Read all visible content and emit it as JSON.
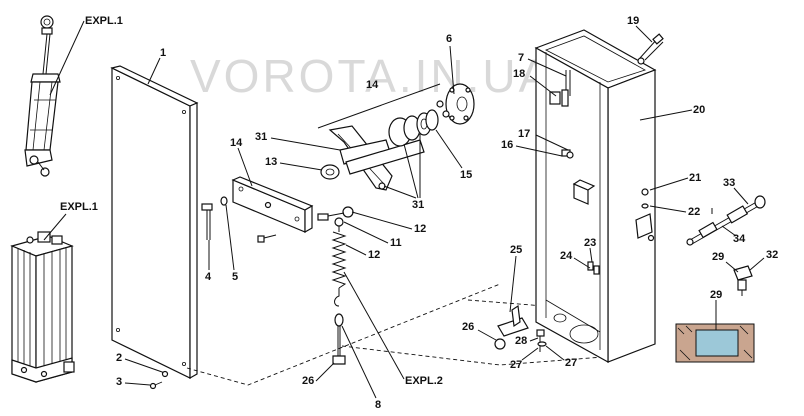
{
  "watermark": "VOROTA.IN.UA",
  "labels": {
    "expl1_top": "EXPL.1",
    "expl1_bottom": "EXPL.1",
    "expl2": "EXPL.2",
    "n1": "1",
    "n2": "2",
    "n3": "3",
    "n4": "4",
    "n5": "5",
    "n6": "6",
    "n7": "7",
    "n8": "8",
    "n11": "11",
    "n12a": "12",
    "n12b": "12",
    "n13": "13",
    "n14a": "14",
    "n14b": "14",
    "n15": "15",
    "n16": "16",
    "n17": "17",
    "n18": "18",
    "n19": "19",
    "n20": "20",
    "n21": "21",
    "n22": "22",
    "n23": "23",
    "n24": "24",
    "n25": "25",
    "n26a": "26",
    "n26b": "26",
    "n27a": "27",
    "n27b": "27",
    "n28": "28",
    "n29a": "29",
    "n29b": "29",
    "n31a": "31",
    "n31b": "31",
    "n32": "32",
    "n33": "33",
    "n34": "34"
  },
  "colors": {
    "ink": "#111111",
    "watermark": "#d9d9d9",
    "foundation": "#c9a58f",
    "slab": "#9cc8d8"
  }
}
